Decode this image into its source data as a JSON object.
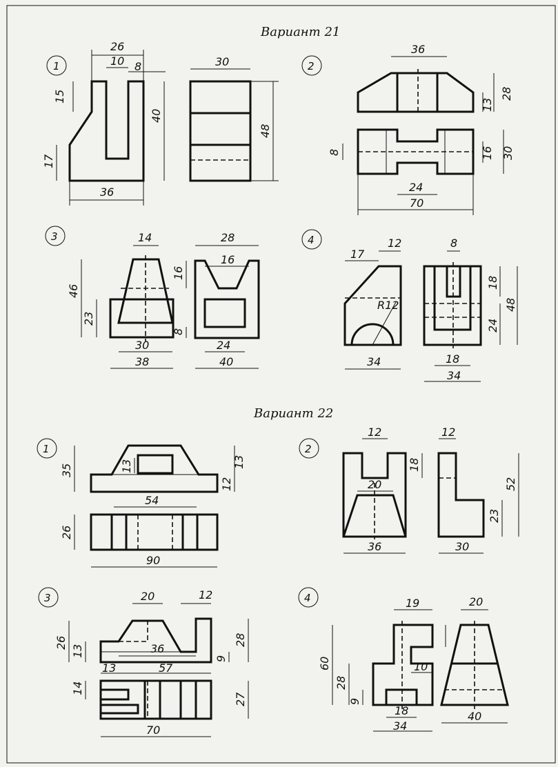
{
  "variant_21": {
    "title": "Вариант 21",
    "task_1": {
      "number": "1",
      "dims": [
        "26",
        "10",
        "8",
        "15",
        "40",
        "17",
        "36",
        "30",
        "48"
      ]
    },
    "task_2": {
      "number": "2",
      "dims": [
        "36",
        "13",
        "28",
        "8",
        "16",
        "30",
        "24",
        "70"
      ]
    },
    "task_3": {
      "number": "3",
      "dims": [
        "14",
        "46",
        "23",
        "30",
        "38",
        "28",
        "16",
        "16",
        "8",
        "24",
        "40"
      ]
    },
    "task_4": {
      "number": "4",
      "dims": [
        "17",
        "12",
        "R12",
        "34",
        "8",
        "18",
        "48",
        "24",
        "18",
        "34"
      ]
    }
  },
  "variant_22": {
    "title": "Вариант 22",
    "task_1": {
      "number": "1",
      "dims": [
        "35",
        "13",
        "13",
        "12",
        "54",
        "26",
        "90"
      ]
    },
    "task_2": {
      "number": "2",
      "dims": [
        "12",
        "18",
        "20",
        "36",
        "12",
        "52",
        "23",
        "30"
      ]
    },
    "task_3": {
      "number": "3",
      "dims": [
        "20",
        "12",
        "26",
        "13",
        "36",
        "28",
        "9",
        "13",
        "57",
        "14",
        "27",
        "70"
      ]
    },
    "task_4": {
      "number": "4",
      "dims": [
        "19",
        "20",
        "60",
        "28",
        "10",
        "9",
        "18",
        "34",
        "40"
      ]
    }
  }
}
